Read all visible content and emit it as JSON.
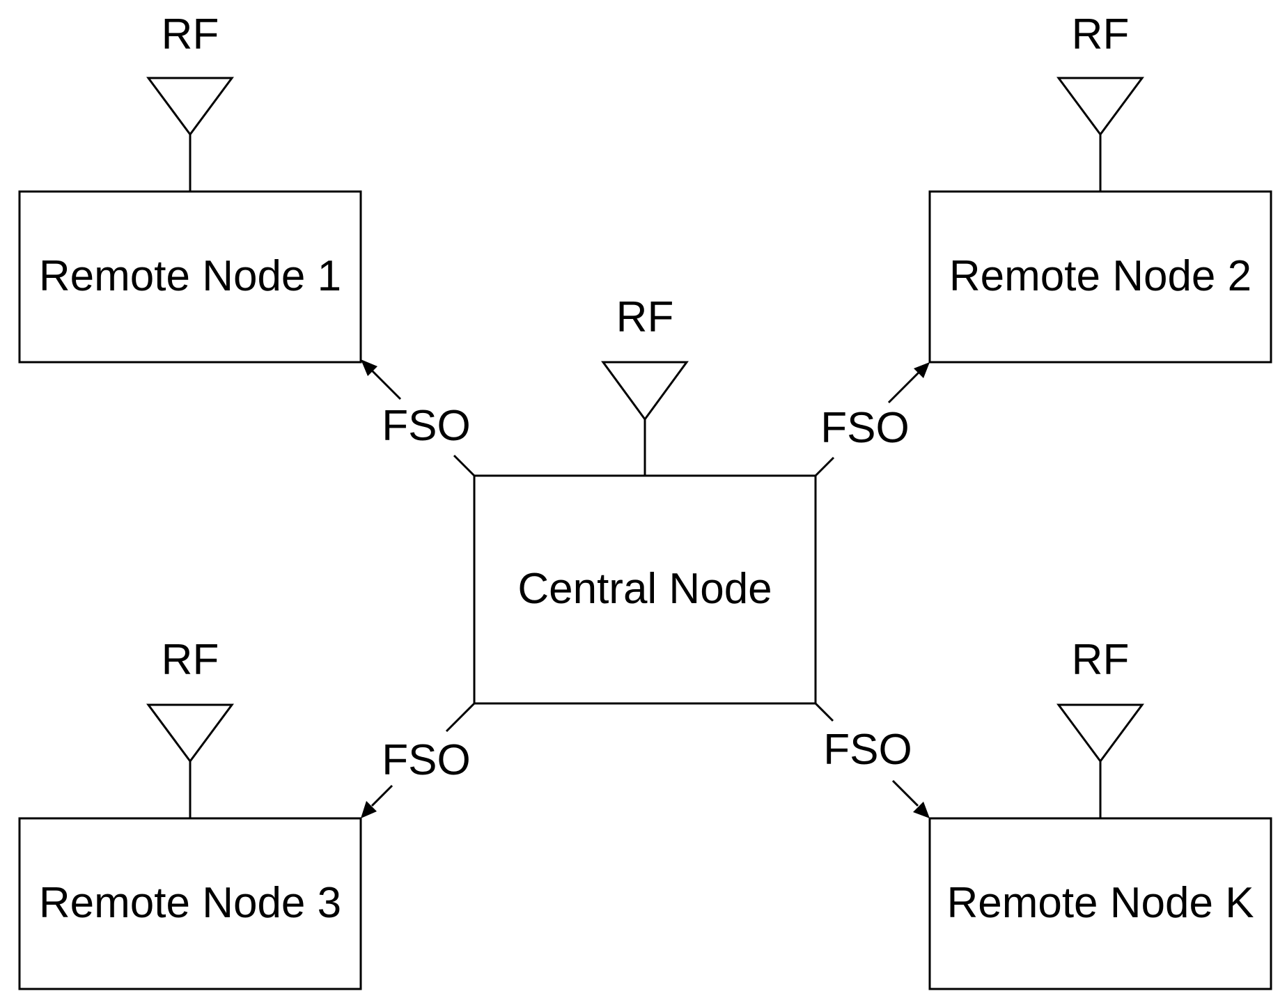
{
  "diagram": {
    "nodes": {
      "remote1": "Remote Node 1",
      "remote2": "Remote Node 2",
      "remote3": "Remote Node 3",
      "remoteK": "Remote Node K",
      "central": "Central Node"
    },
    "antenna_label": "RF",
    "link_label": "FSO",
    "edges": [
      {
        "from": "Central Node",
        "to": "Remote Node 1",
        "label": "FSO"
      },
      {
        "from": "Central Node",
        "to": "Remote Node 2",
        "label": "FSO"
      },
      {
        "from": "Central Node",
        "to": "Remote Node 3",
        "label": "FSO"
      },
      {
        "from": "Central Node",
        "to": "Remote Node K",
        "label": "FSO"
      }
    ]
  }
}
